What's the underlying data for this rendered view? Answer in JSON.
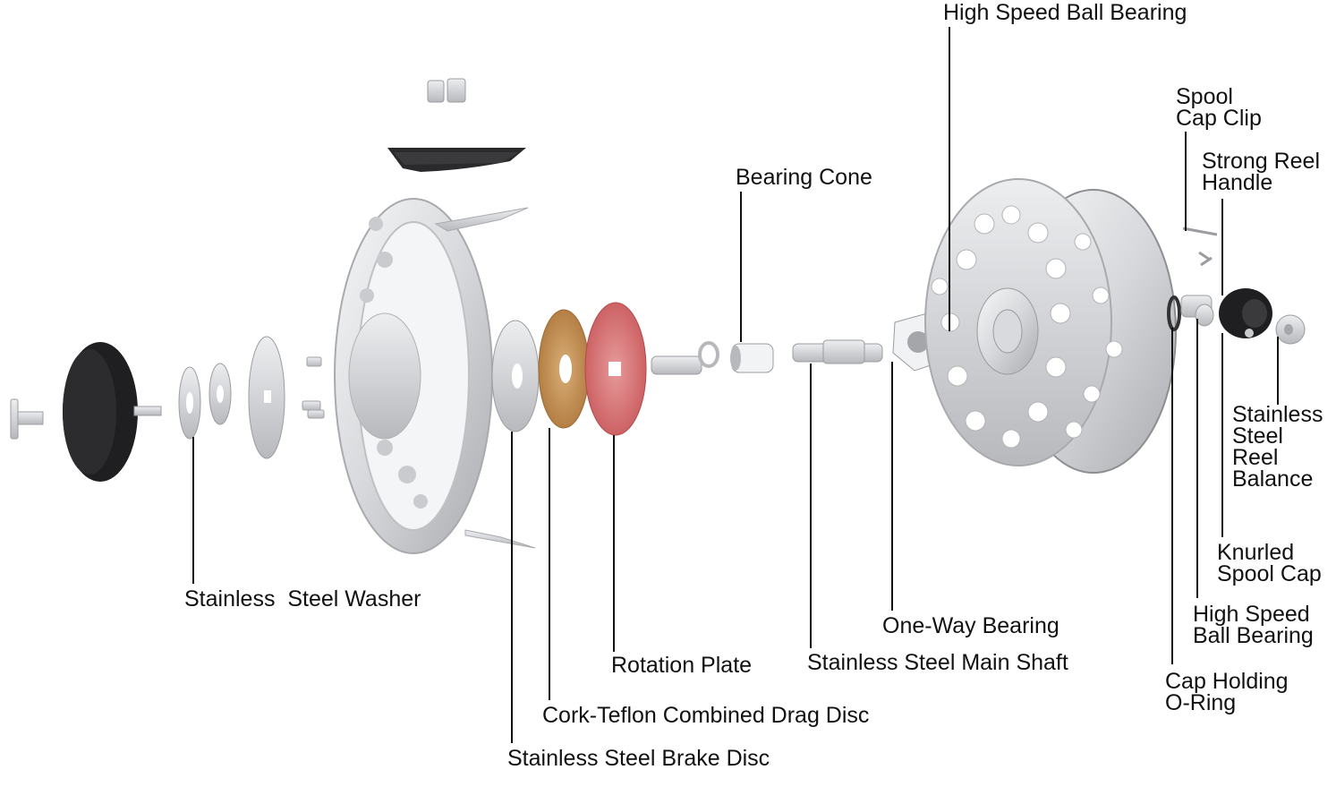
{
  "labels": {
    "high_speed_ball_bearing_top": "High Speed Ball Bearing",
    "spool_cap_clip": "Spool\nCap Clip",
    "strong_reel_handle": "Strong Reel\nHandle",
    "bearing_cone": "Bearing Cone",
    "stainless_steel_reel_balance": "Stainless\nSteel\nReel\nBalance",
    "knurled_spool_cap": "Knurled\nSpool Cap",
    "high_speed_ball_bearing_bottom": "High Speed\nBall Bearing",
    "cap_holding_o_ring": "Cap Holding\nO-Ring",
    "stainless_steel_washer": "Stainless  Steel Washer",
    "one_way_bearing": "One-Way Bearing",
    "stainless_steel_main_shaft": "Stainless Steel Main Shaft",
    "rotation_plate": "Rotation Plate",
    "cork_teflon_drag_disc": "Cork-Teflon Combined Drag Disc",
    "stainless_steel_brake_disc": "Stainless Steel Brake Disc"
  },
  "colors": {
    "text": "#111111",
    "leader_line": "#111111",
    "metal_light": "#e9eaec",
    "metal_mid": "#c9cbce",
    "metal_dark": "#9a9ca0",
    "knob_black": "#232325",
    "cork": "#c4935a",
    "rotation_plate_red": "#d9787a"
  }
}
